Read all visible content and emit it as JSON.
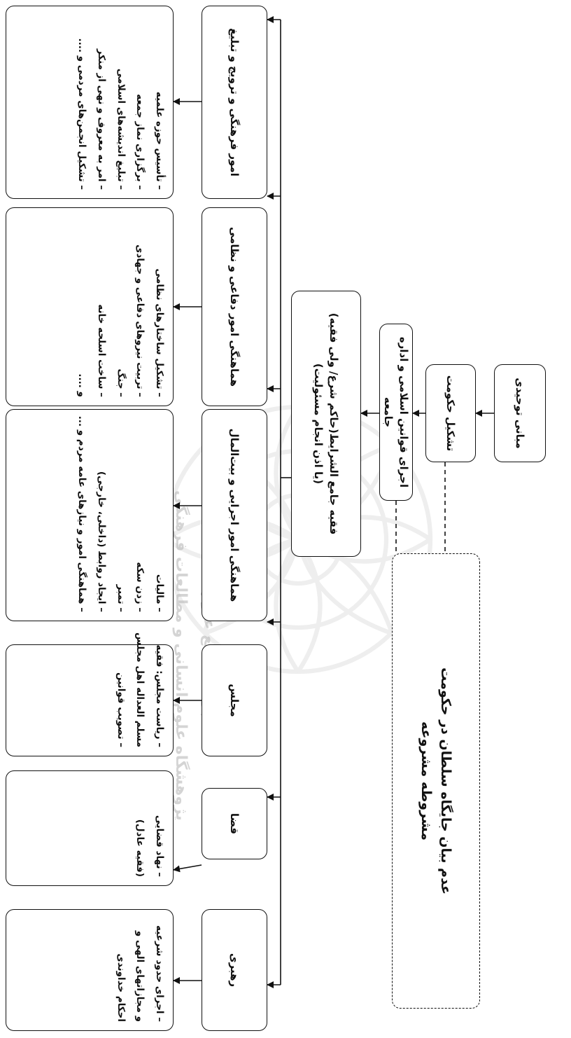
{
  "diagram": {
    "root": "مبانی توحیدی",
    "government": "تشکیل حکومت",
    "islamic_law": "اجرای قوانین اسلامی و اداره جامعه",
    "faqih": {
      "line1": "فقیه جامع الشرایط(حاکم شرع/ ولی فقیه)",
      "line2": "(یا اذن انجام مسئولیت)"
    },
    "sultan": {
      "line1": "عدم بیان جایگاه سلطان در حکومت",
      "line2": "مشروطه مشروعه"
    },
    "departments": [
      {
        "title": "امور فرهنگی و ترویج و تبلیغ",
        "details": [
          "– تأسیس حوزه علمیه",
          "– برگزاری نماز جمعه",
          "– تبلیغ اندیشه‌های اسلامی",
          "– امر به معروف و نهی از منکر",
          "– تشکیل انجمن‌های مردمی و ...."
        ]
      },
      {
        "title": "هماهنگی امور دفاعی و نظامی",
        "details": [
          "– تشکیل ساختارهای نظامی",
          "– تربیت نیروهای دفاعی و جهادی",
          "– جنگ",
          "– ساخت اسلحه خانه",
          "و ...."
        ]
      },
      {
        "title": "هماهنگی امور اجرایی و بیت‌المال",
        "details": [
          "– مالیات",
          "– زدن سکه",
          "– تمبر",
          "– ایجاد روابط (داخلی، خارجی)",
          "– هماهنگی امور و نیازهای عامه مردم و ..."
        ]
      },
      {
        "title": "مجلس",
        "details": [
          "– ریاست مجلس: فقیه",
          "مسلم العداله اهل مجلس",
          "– تصویب قوانین"
        ]
      },
      {
        "title": "قضا",
        "details": [
          "– نهاد قضایی",
          "(فقیه عادل)"
        ]
      },
      {
        "title": "رهبری",
        "details": [
          "– اجرای حدود شرعیه",
          "و مجازاتهای الهی و",
          "احکام خداوندی"
        ]
      }
    ],
    "watermark": {
      "line1": "پژوهشگاه علوم انسانی و مطالعات فرهنگی",
      "line2": "پرتال جامع علوم انسانی"
    }
  }
}
